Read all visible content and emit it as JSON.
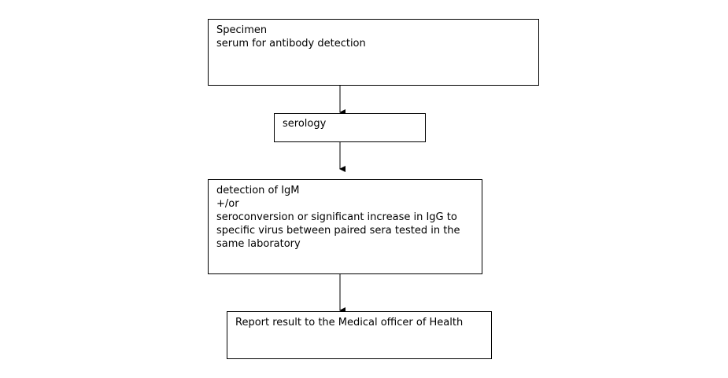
{
  "flowchart": {
    "specimen": {
      "lines": [
        "Specimen",
        "serum for antibody detection"
      ]
    },
    "serology": {
      "lines": [
        "serology"
      ]
    },
    "detection": {
      "lines": [
        "detection of IgM",
        "+/or",
        "seroconversion or significant increase in IgG to",
        "specific virus between paired sera tested in the",
        "same laboratory"
      ]
    },
    "report": {
      "lines": [
        "Report result to the Medical officer of Health"
      ]
    }
  }
}
